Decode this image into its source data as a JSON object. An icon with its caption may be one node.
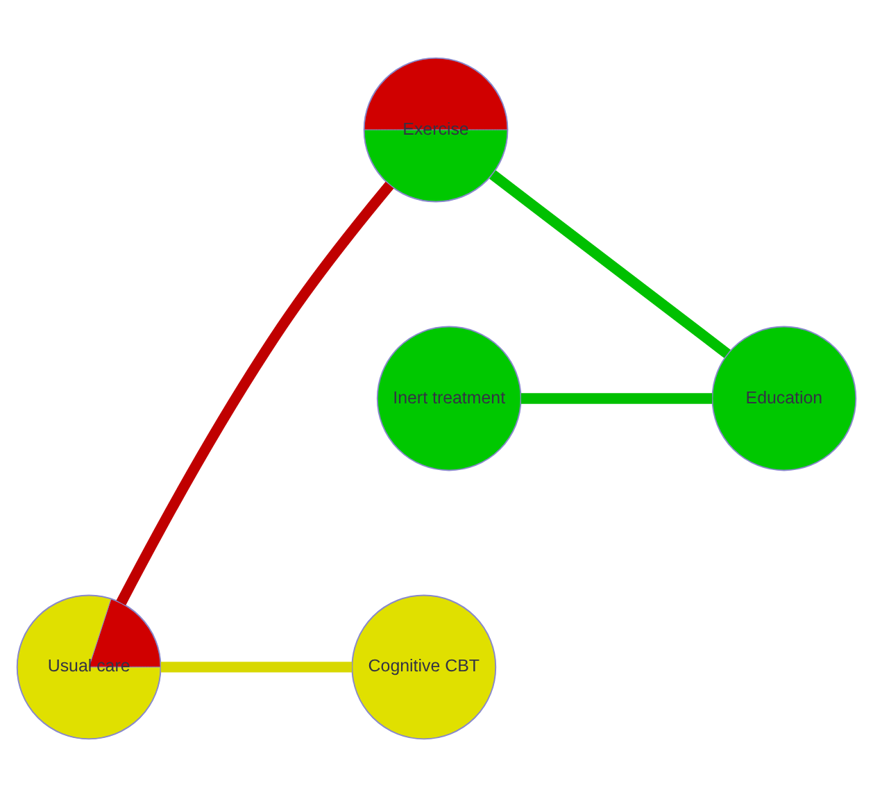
{
  "diagram": {
    "nodes": [
      {
        "text": [
          "Exercise"
        ]
      },
      {
        "text": [
          "Inert treatment"
        ]
      },
      {
        "text": [
          "Education"
        ]
      },
      {
        "text": [
          "Usual care"
        ]
      },
      {
        "text": [
          "Cognitive CBT"
        ]
      }
    ],
    "edges": [
      {
        "from": 0,
        "to": 2,
        "arrow": "none",
        "color": "#00c000"
      },
      {
        "from": 1,
        "to": 2,
        "arrow": "none",
        "color": "#00c000"
      },
      {
        "from": 0,
        "to": 3,
        "arrow": "none",
        "color": "#c00000"
      },
      {
        "from": 3,
        "to": 4,
        "arrow": "none",
        "color": "#d8d800"
      }
    ]
  }
}
